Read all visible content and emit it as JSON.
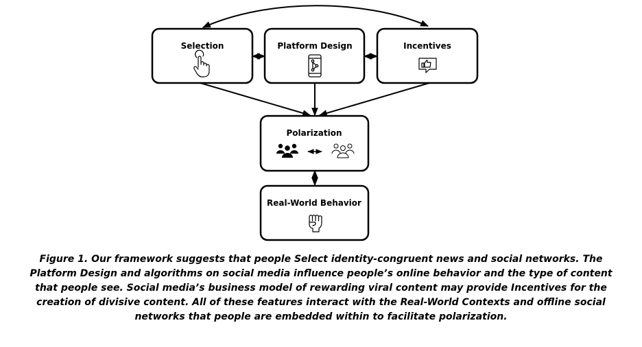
{
  "nodes": {
    "selection": {
      "title": "Selection",
      "icon": "touch-hand-icon"
    },
    "platform_design": {
      "title": "Platform Design",
      "icon": "smartphone-network-icon"
    },
    "incentives": {
      "title": "Incentives",
      "icon": "thumbs-up-message-icon"
    },
    "polarization": {
      "title": "Polarization",
      "icons": [
        "group-filled-icon",
        "double-arrow-icon",
        "group-outline-icon"
      ]
    },
    "real_world": {
      "title": "Real-World Behavior",
      "icon": "raised-fist-icon"
    }
  },
  "caption": "Figure 1. Our framework suggests that people Select identity-congruent news and social networks. The Platform Design and algorithms on social media influence people’s online behavior and the type of content that people see. Social media’s business model of rewarding viral content may provide Incentives for the creation of divisive  content. All of these features interact with the Real-World Contexts and offline social networks that people are embedded within to facilitate polarization.",
  "colors": {
    "stroke": "#000000",
    "background": "#ffffff"
  }
}
